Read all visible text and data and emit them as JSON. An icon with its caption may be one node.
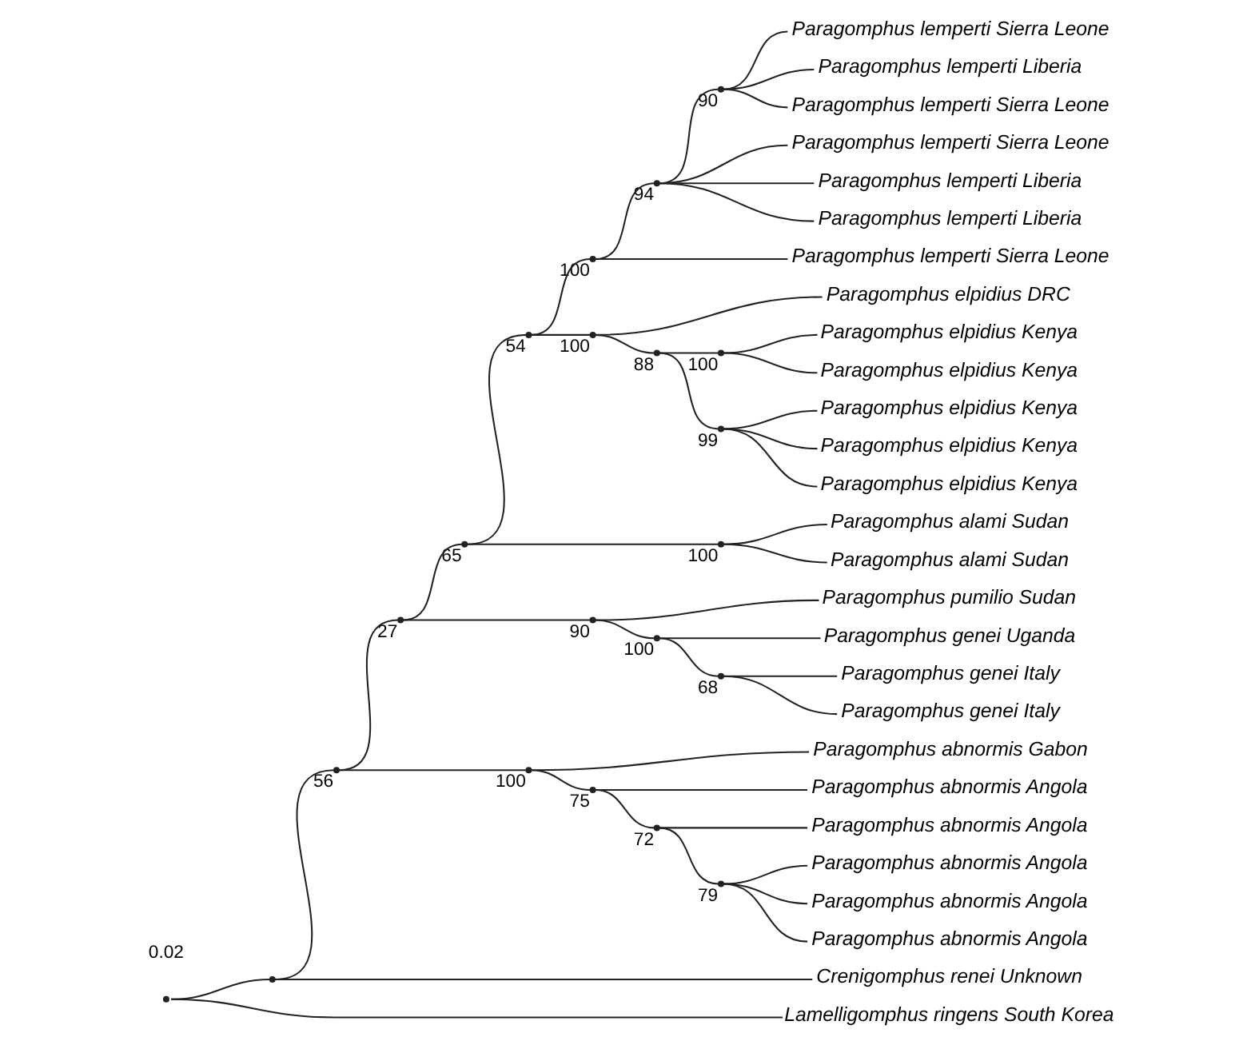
{
  "diagram": {
    "nodes": [
      {
        "text": [],
        "shape": "point"
      },
      {
        "text": [],
        "shape": "point"
      },
      {
        "text": [],
        "shape": "point",
        "beside": [
          "56"
        ]
      },
      {
        "text": [],
        "shape": "point",
        "beside": [
          "27"
        ]
      },
      {
        "text": [],
        "shape": "point",
        "beside": [
          "65"
        ]
      },
      {
        "text": [],
        "shape": "point",
        "beside": [
          "54"
        ]
      },
      {
        "text": [],
        "shape": "point",
        "beside": [
          "100"
        ]
      },
      {
        "text": [],
        "shape": "point",
        "beside": [
          "94"
        ]
      },
      {
        "text": [],
        "shape": "point",
        "beside": [
          "90"
        ]
      },
      {
        "text": [
          "Paragomphus lemperti Sierra Leone"
        ]
      },
      {
        "text": [
          "Paragomphus lemperti Liberia"
        ]
      },
      {
        "text": [
          "Paragomphus lemperti Sierra Leone"
        ]
      },
      {
        "text": [
          "Paragomphus lemperti Sierra Leone"
        ]
      },
      {
        "text": [
          "Paragomphus lemperti Liberia"
        ]
      },
      {
        "text": [
          "Paragomphus lemperti Liberia"
        ]
      },
      {
        "text": [
          "Paragomphus lemperti Sierra Leone"
        ]
      },
      {
        "text": [],
        "shape": "point",
        "beside": [
          "100"
        ]
      },
      {
        "text": [
          "Paragomphus elpidius DRC"
        ]
      },
      {
        "text": [],
        "shape": "point",
        "beside": [
          "88"
        ]
      },
      {
        "text": [],
        "shape": "point",
        "beside": [
          "100"
        ]
      },
      {
        "text": [
          "Paragomphus elpidius Kenya"
        ]
      },
      {
        "text": [
          "Paragomphus elpidius Kenya"
        ]
      },
      {
        "text": [],
        "shape": "point",
        "beside": [
          "99"
        ]
      },
      {
        "text": [
          "Paragomphus elpidius Kenya"
        ]
      },
      {
        "text": [
          "Paragomphus elpidius Kenya"
        ]
      },
      {
        "text": [
          "Paragomphus elpidius Kenya"
        ]
      },
      {
        "text": [],
        "shape": "point",
        "beside": [
          "100"
        ]
      },
      {
        "text": [
          "Paragomphus alami Sudan"
        ]
      },
      {
        "text": [
          "Paragomphus alami Sudan"
        ]
      },
      {
        "text": [],
        "shape": "point",
        "beside": [
          "90"
        ]
      },
      {
        "text": [
          "Paragomphus pumilio Sudan"
        ]
      },
      {
        "text": [],
        "shape": "point",
        "beside": [
          "100"
        ]
      },
      {
        "text": [
          "Paragomphus genei Uganda"
        ]
      },
      {
        "text": [],
        "shape": "point",
        "beside": [
          "68"
        ]
      },
      {
        "text": [
          "Paragomphus genei Italy"
        ]
      },
      {
        "text": [
          "Paragomphus genei Italy"
        ]
      },
      {
        "text": [],
        "shape": "point",
        "beside": [
          "100"
        ]
      },
      {
        "text": [
          "Paragomphus abnormis Gabon"
        ]
      },
      {
        "text": [],
        "shape": "point",
        "beside": [
          "75"
        ]
      },
      {
        "text": [
          "Paragomphus abnormis Angola"
        ]
      },
      {
        "text": [],
        "shape": "point",
        "beside": [
          "72"
        ]
      },
      {
        "text": [
          "Paragomphus abnormis Angola"
        ]
      },
      {
        "text": [],
        "shape": "point",
        "beside": [
          "79"
        ]
      },
      {
        "text": [
          "Paragomphus abnormis Angola"
        ]
      },
      {
        "text": [
          "Paragomphus abnormis Angola"
        ]
      },
      {
        "text": [
          "Paragomphus abnormis Angola"
        ]
      },
      {
        "text": [
          "Crenigomphus renei Unknown"
        ]
      },
      {
        "text": [
          "Lamelligomphus ringens South Korea"
        ]
      }
    ],
    "edges": [
      {
        "from": 0,
        "to": 1,
        "arrow": "none"
      },
      {
        "from": 0,
        "to": 47,
        "arrow": "none"
      },
      {
        "from": 1,
        "to": 2,
        "arrow": "none"
      },
      {
        "from": 1,
        "to": 46,
        "arrow": "none"
      },
      {
        "from": 2,
        "to": 3,
        "arrow": "none"
      },
      {
        "from": 2,
        "to": 36,
        "arrow": "none"
      },
      {
        "from": 3,
        "to": 4,
        "arrow": "none"
      },
      {
        "from": 3,
        "to": 29,
        "arrow": "none"
      },
      {
        "from": 4,
        "to": 5,
        "arrow": "none"
      },
      {
        "from": 4,
        "to": 26,
        "arrow": "none"
      },
      {
        "from": 5,
        "to": 6,
        "arrow": "none"
      },
      {
        "from": 5,
        "to": 16,
        "arrow": "none"
      },
      {
        "from": 6,
        "to": 7,
        "arrow": "none"
      },
      {
        "from": 6,
        "to": 15,
        "arrow": "none"
      },
      {
        "from": 7,
        "to": 8,
        "arrow": "none"
      },
      {
        "from": 7,
        "to": 12,
        "arrow": "none"
      },
      {
        "from": 7,
        "to": 13,
        "arrow": "none"
      },
      {
        "from": 7,
        "to": 14,
        "arrow": "none"
      },
      {
        "from": 8,
        "to": 9,
        "arrow": "none"
      },
      {
        "from": 8,
        "to": 10,
        "arrow": "none"
      },
      {
        "from": 8,
        "to": 11,
        "arrow": "none"
      },
      {
        "from": 16,
        "to": 17,
        "arrow": "none"
      },
      {
        "from": 16,
        "to": 18,
        "arrow": "none"
      },
      {
        "from": 18,
        "to": 19,
        "arrow": "none"
      },
      {
        "from": 18,
        "to": 22,
        "arrow": "none"
      },
      {
        "from": 19,
        "to": 20,
        "arrow": "none"
      },
      {
        "from": 19,
        "to": 21,
        "arrow": "none"
      },
      {
        "from": 22,
        "to": 23,
        "arrow": "none"
      },
      {
        "from": 22,
        "to": 24,
        "arrow": "none"
      },
      {
        "from": 22,
        "to": 25,
        "arrow": "none"
      },
      {
        "from": 26,
        "to": 27,
        "arrow": "none"
      },
      {
        "from": 26,
        "to": 28,
        "arrow": "none"
      },
      {
        "from": 29,
        "to": 30,
        "arrow": "none"
      },
      {
        "from": 29,
        "to": 31,
        "arrow": "none"
      },
      {
        "from": 31,
        "to": 32,
        "arrow": "none"
      },
      {
        "from": 31,
        "to": 33,
        "arrow": "none"
      },
      {
        "from": 33,
        "to": 34,
        "arrow": "none"
      },
      {
        "from": 33,
        "to": 35,
        "arrow": "none"
      },
      {
        "from": 36,
        "to": 37,
        "arrow": "none"
      },
      {
        "from": 36,
        "to": 38,
        "arrow": "none"
      },
      {
        "from": 38,
        "to": 39,
        "arrow": "none"
      },
      {
        "from": 38,
        "to": 40,
        "arrow": "none"
      },
      {
        "from": 40,
        "to": 41,
        "arrow": "none"
      },
      {
        "from": 40,
        "to": 42,
        "arrow": "none"
      },
      {
        "from": 42,
        "to": 43,
        "arrow": "none"
      },
      {
        "from": 42,
        "to": 44,
        "arrow": "none"
      },
      {
        "from": 42,
        "to": 45,
        "arrow": "none"
      }
    ],
    "labels": [
      "0.02"
    ]
  }
}
